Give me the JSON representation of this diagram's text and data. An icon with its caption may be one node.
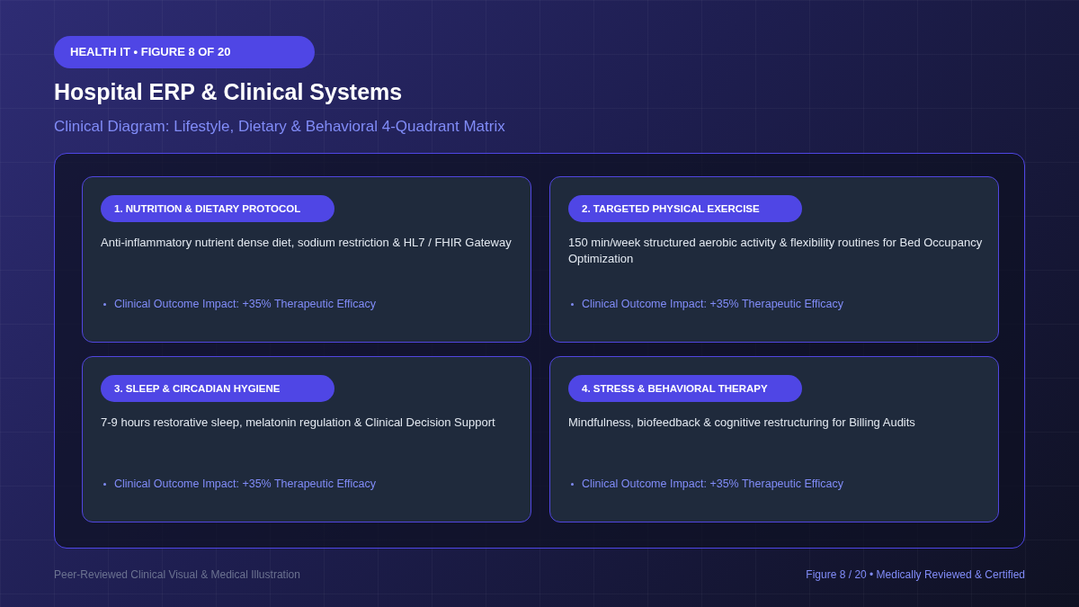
{
  "diagram": {
    "title": "Hospital ERP & Clinical Systems",
    "nodes": [
      {
        "text": [
          "HEALTH IT • FIGURE 8 OF 20"
        ]
      },
      {
        "text": [],
        "shape": "box"
      },
      {
        "text": [
          "Anti-inflammatory nutrient dense diet, sodium restriction & HL7 / FHIR Gateway",
          "Clinical Outcome Impact: +35% Therapeutic Efficacy"
        ],
        "in": 1
      },
      {
        "text": [
          "1. NUTRITION & DIETARY PROTOCOL"
        ],
        "in": 2
      },
      {
        "text": [
          "150 min/week structured aerobic activity & flexibility routines for Bed Occupancy Optimization",
          "Clinical Outcome Impact: +35% Therapeutic Efficacy"
        ],
        "in": 1
      },
      {
        "text": [
          "2. TARGETED PHYSICAL EXERCISE"
        ],
        "in": 4
      },
      {
        "text": [
          "7-9 hours restorative sleep, melatonin regulation & Clinical Decision Support",
          "Clinical Outcome Impact: +35% Therapeutic Efficacy"
        ],
        "in": 1
      },
      {
        "text": [
          "3. SLEEP & CIRCADIAN HYGIENE"
        ],
        "in": 6
      },
      {
        "text": [
          "Mindfulness, biofeedback & cognitive restructuring for Billing Audits",
          "Clinical Outcome Impact: +35% Therapeutic Efficacy"
        ],
        "in": 1
      },
      {
        "text": [
          "4. STRESS & BEHAVIORAL THERAPY"
        ],
        "in": 8
      }
    ],
    "labels": [
      "Clinical Diagram: Lifestyle, Dietary & Behavioral 4-Quadrant Matrix",
      "Peer-Reviewed Clinical Visual & Medical Illustration",
      "Figure 8 / 20 • Medically Reviewed & Certified"
    ]
  }
}
